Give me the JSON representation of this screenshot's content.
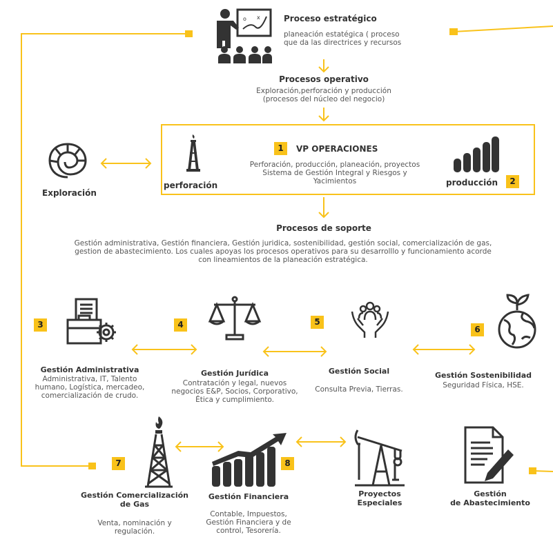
{
  "colors": {
    "accent": "#f9c21a",
    "icon": "#333333",
    "text": "#555555"
  },
  "strategic": {
    "title": "Proceso estratégico",
    "desc_line1": "planeación estatégica ( proceso",
    "desc_line2": "que da las directrices y recursos"
  },
  "operative": {
    "title": "Procesos operativo",
    "desc_line1": "Exploración,perforación y producción",
    "desc_line2": "(procesos del núcleo del negocio)"
  },
  "vp": {
    "badge": "1",
    "title": "VP OPERACIONES",
    "line1": "Perforación, producción, planeación, proyectos",
    "line2": "Sistema de Gestión Integral y Riesgos y",
    "line3": "Yacimientos",
    "perforacion": "perforación",
    "produccion": "producción",
    "badge2": "2"
  },
  "exploracion": {
    "label": "Exploración"
  },
  "support": {
    "title": "Procesos de soporte",
    "line1": "Gestión administrativa, Gestión financiera, Gestión juridica, sostenibilidad, gestión social, comercialización de gas,",
    "line2": "gestion de abastecimiento. Los cuales apoyas los procesos operativos para su desarrolllo y funcionamiento acorde",
    "line3": "con lineamientos de la planeación estratégica."
  },
  "admin": {
    "badge": "3",
    "title": "Gestión Administrativa",
    "l1": "Administrativa, IT, Talento",
    "l2": "humano, Logística, mercadeo,",
    "l3": "comercialización de crudo."
  },
  "juridica": {
    "badge": "4",
    "title": "Gestión Jurídica",
    "l1": "Contratación y legal, nuevos",
    "l2": "negocios E&P, Socios, Corporativo,",
    "l3": "Ética y cumplimiento."
  },
  "social": {
    "badge": "5",
    "title": "Gestión Social",
    "l1": "Consulta Previa, Tierras."
  },
  "sostenibilidad": {
    "badge": "6",
    "title": "Gestión Sostenibilidad",
    "l1": "Seguridad Física, HSE."
  },
  "gas": {
    "badge": "7",
    "title_l1": "Gestión Comercialización",
    "title_l2": "de Gas",
    "l1": "Venta, nominación y",
    "l2": "regulación."
  },
  "financiera": {
    "badge": "8",
    "title": "Gestión Financiera",
    "l1": "Contable, Impuestos,",
    "l2": "Gestión Financiera y de",
    "l3": "control, Tesorería."
  },
  "proyectos": {
    "title_l1": "Proyectos",
    "title_l2": "Especiales"
  },
  "abastecimiento": {
    "title_l1": "Gestión",
    "title_l2": "de Abastecimiento"
  }
}
